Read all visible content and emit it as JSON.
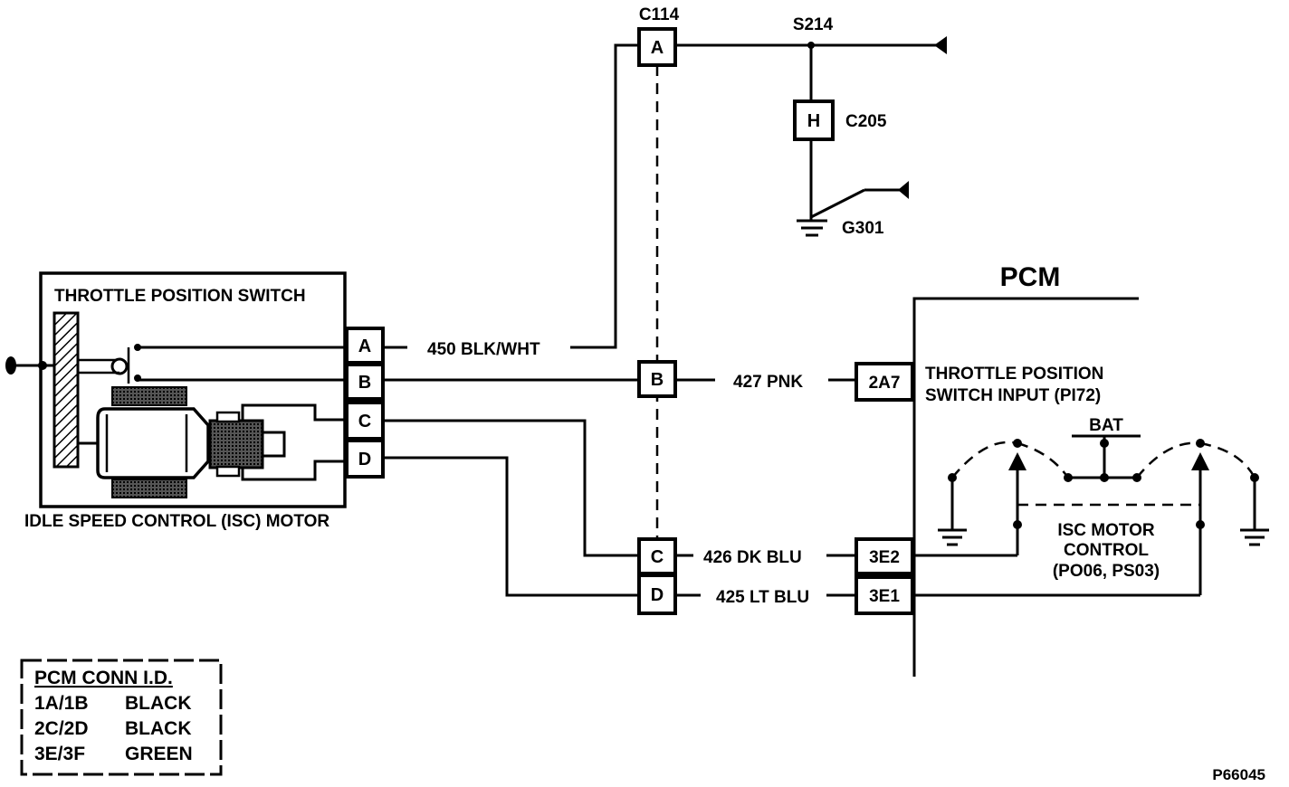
{
  "connectors": {
    "c114_label": "C114",
    "c114_a": "A",
    "c114_b": "B",
    "c114_c": "C",
    "c114_d": "D",
    "s214_label": "S214",
    "c205_label": "C205",
    "c205_pin": "H",
    "g301_label": "G301"
  },
  "component": {
    "title": "THROTTLE POSITION SWITCH",
    "subtitle": "IDLE SPEED CONTROL (ISC) MOTOR",
    "pins": [
      "A",
      "B",
      "C",
      "D"
    ]
  },
  "wires": {
    "w450": "450 BLK/WHT",
    "w427": "427  PNK",
    "w426": "426  DK BLU",
    "w425": "425 LT BLU"
  },
  "pcm": {
    "title": "PCM",
    "pin_2a7": "2A7",
    "pin_3e2": "3E2",
    "pin_3e1": "3E1",
    "tps_input_line1": "THROTTLE POSITION",
    "tps_input_line2": "SWITCH INPUT (PI72)",
    "bat": "BAT",
    "isc_line1": "ISC MOTOR",
    "isc_line2": "CONTROL",
    "isc_line3": "(PO06, PS03)"
  },
  "legend": {
    "header": "PCM CONN I.D.",
    "rows": [
      {
        "conn": "1A/1B",
        "color": "BLACK"
      },
      {
        "conn": "2C/2D",
        "color": "BLACK"
      },
      {
        "conn": "3E/3F",
        "color": "GREEN"
      }
    ]
  },
  "figure_id": "P66045"
}
